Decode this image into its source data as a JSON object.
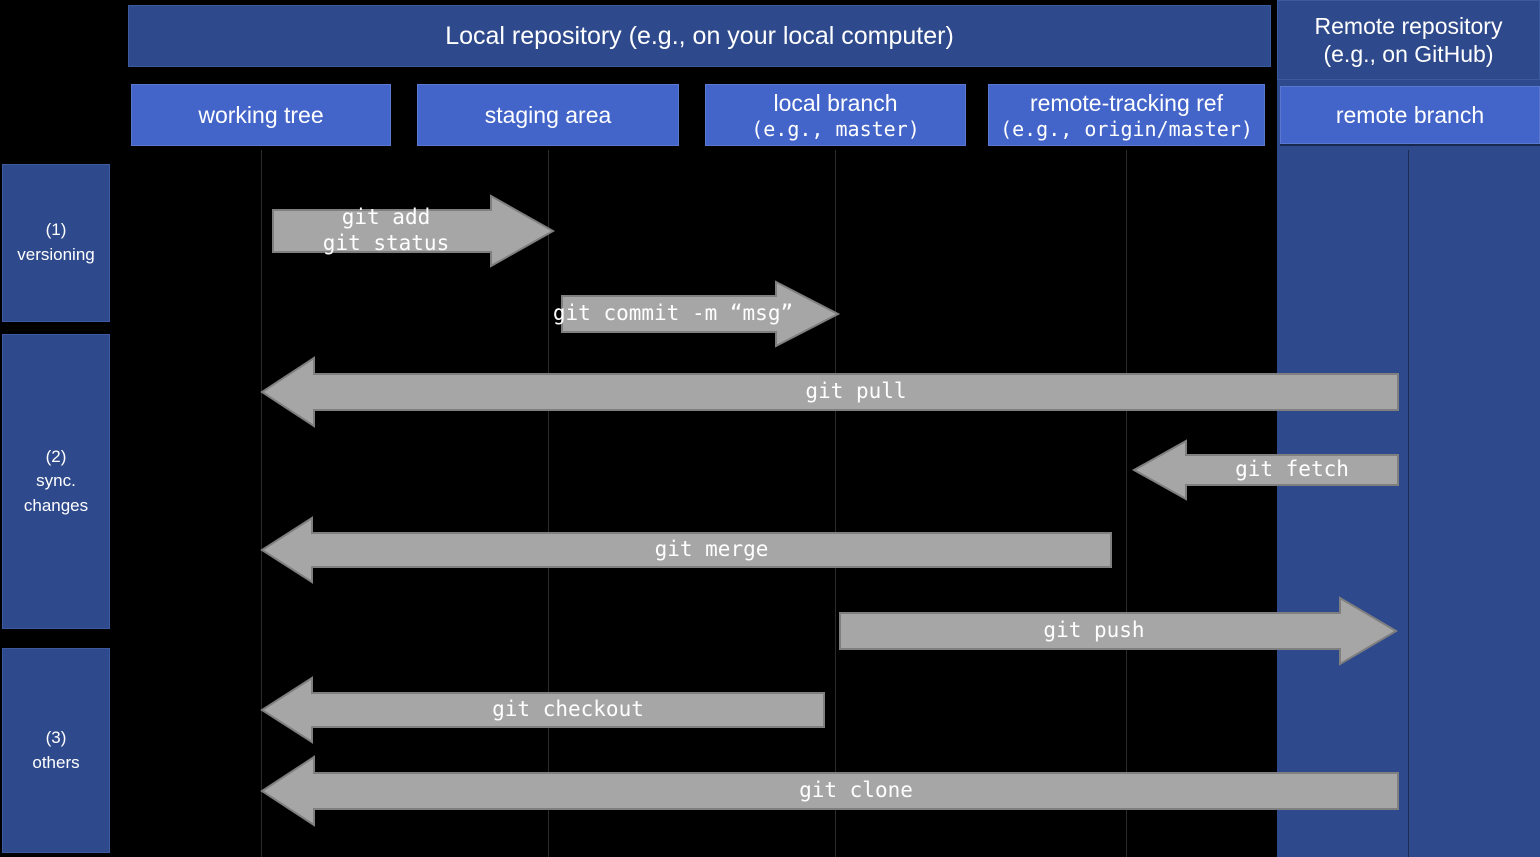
{
  "diagram": {
    "title": "Git workflow diagram",
    "background": "#000000",
    "colors": {
      "panel_dark_blue": "#2F4A8C",
      "box_light_blue": "#4364C8",
      "arrow_gray": "#A6A6A6",
      "arrow_border": "#808080",
      "text_white": "#FFFFFF"
    }
  },
  "headers": {
    "local_repository": "Local repository (e.g., on your local computer)",
    "remote_repository_line1": "Remote repository",
    "remote_repository_line2": "(e.g., on GitHub)"
  },
  "columns": [
    {
      "id": "working-tree",
      "line1": "working tree",
      "line2": ""
    },
    {
      "id": "staging-area",
      "line1": "staging area",
      "line2": ""
    },
    {
      "id": "local-branch",
      "line1": "local branch",
      "line2": "(e.g., master)"
    },
    {
      "id": "remote-tracking-ref",
      "line1": "remote-tracking ref",
      "line2": "(e.g., origin/master)"
    },
    {
      "id": "remote-branch",
      "line1": "remote branch",
      "line2": ""
    }
  ],
  "sidebar": {
    "items": [
      {
        "id": "versioning",
        "number": "(1)",
        "line1": "versioning",
        "line2": ""
      },
      {
        "id": "sync-changes",
        "number": "(2)",
        "line1": "sync.",
        "line2": "changes"
      },
      {
        "id": "others",
        "number": "(3)",
        "line1": "others",
        "line2": ""
      }
    ]
  },
  "arrows": [
    {
      "id": "git-add",
      "label": "git add\ngit status",
      "direction": "right",
      "from": "working tree",
      "to": "staging area"
    },
    {
      "id": "git-commit",
      "label": "git commit -m “msg”",
      "direction": "right",
      "from": "staging area",
      "to": "local branch"
    },
    {
      "id": "git-pull",
      "label": "git pull",
      "direction": "left",
      "from": "remote branch",
      "to": "working tree"
    },
    {
      "id": "git-fetch",
      "label": "git fetch",
      "direction": "left",
      "from": "remote branch",
      "to": "remote-tracking ref"
    },
    {
      "id": "git-merge",
      "label": "git merge",
      "direction": "left",
      "from": "remote-tracking ref",
      "to": "working tree"
    },
    {
      "id": "git-push",
      "label": "git push",
      "direction": "right",
      "from": "local branch",
      "to": "remote branch"
    },
    {
      "id": "git-checkout",
      "label": "git checkout",
      "direction": "left",
      "from": "local branch",
      "to": "working tree"
    },
    {
      "id": "git-clone",
      "label": "git clone",
      "direction": "left",
      "from": "remote branch",
      "to": "working tree"
    }
  ]
}
